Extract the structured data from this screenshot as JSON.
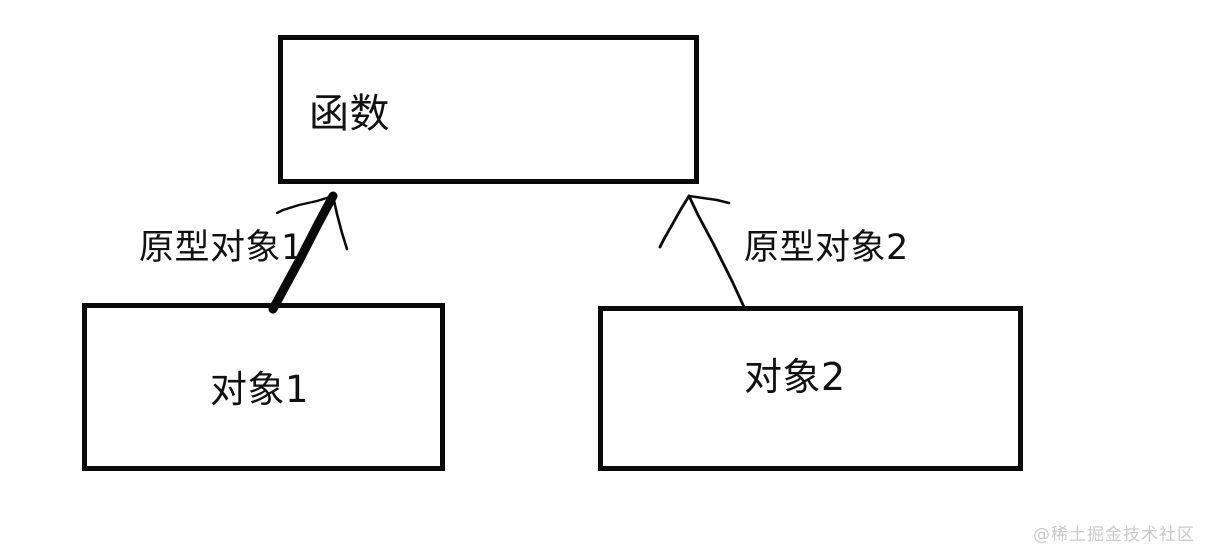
{
  "diagram": {
    "title_text": "函数",
    "nodes": [
      {
        "id": "function",
        "label": "函数"
      },
      {
        "id": "object1",
        "label": "对象1"
      },
      {
        "id": "object2",
        "label": "对象2"
      }
    ],
    "edges": [
      {
        "id": "proto1",
        "label": "原型对象1",
        "from": "object1",
        "to": "function",
        "arrow_style": "thick-hand-drawn"
      },
      {
        "id": "proto2",
        "label": "原型对象2",
        "from": "object2",
        "to": "function",
        "arrow_style": "thin-hand-drawn"
      }
    ],
    "colors": {
      "background": "#ffffff",
      "stroke": "#0a0a0a",
      "text": "#111111",
      "watermark": "#c9c9c9"
    }
  },
  "watermark": {
    "text": "@稀土掘金技术社区"
  }
}
